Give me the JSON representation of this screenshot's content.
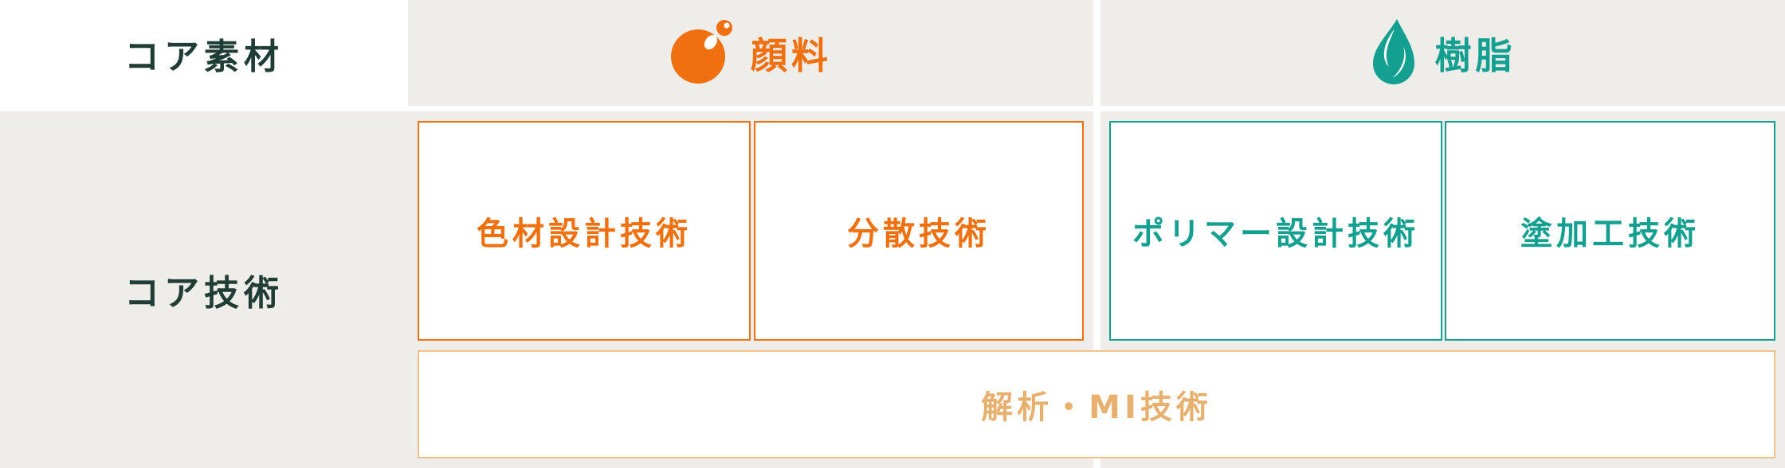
{
  "rows": {
    "core_materials": "コア素材",
    "core_technologies": "コア技術"
  },
  "materials": {
    "pigment": {
      "label": "顔料",
      "icon": "pigment-droplets-icon",
      "color": "#f0700f"
    },
    "resin": {
      "label": "樹脂",
      "icon": "resin-drop-icon",
      "color": "#14a090"
    }
  },
  "technologies": {
    "pigment": [
      "色材設計技術",
      "分散技術"
    ],
    "resin": [
      "ポリマー設計技術",
      "塗加工技術"
    ],
    "shared": "解析・MI技術"
  },
  "colors": {
    "background": "#efedea",
    "row_label": "#1f3d34",
    "shared_text": "#e8b06e",
    "shared_border": "#f2c28a"
  }
}
